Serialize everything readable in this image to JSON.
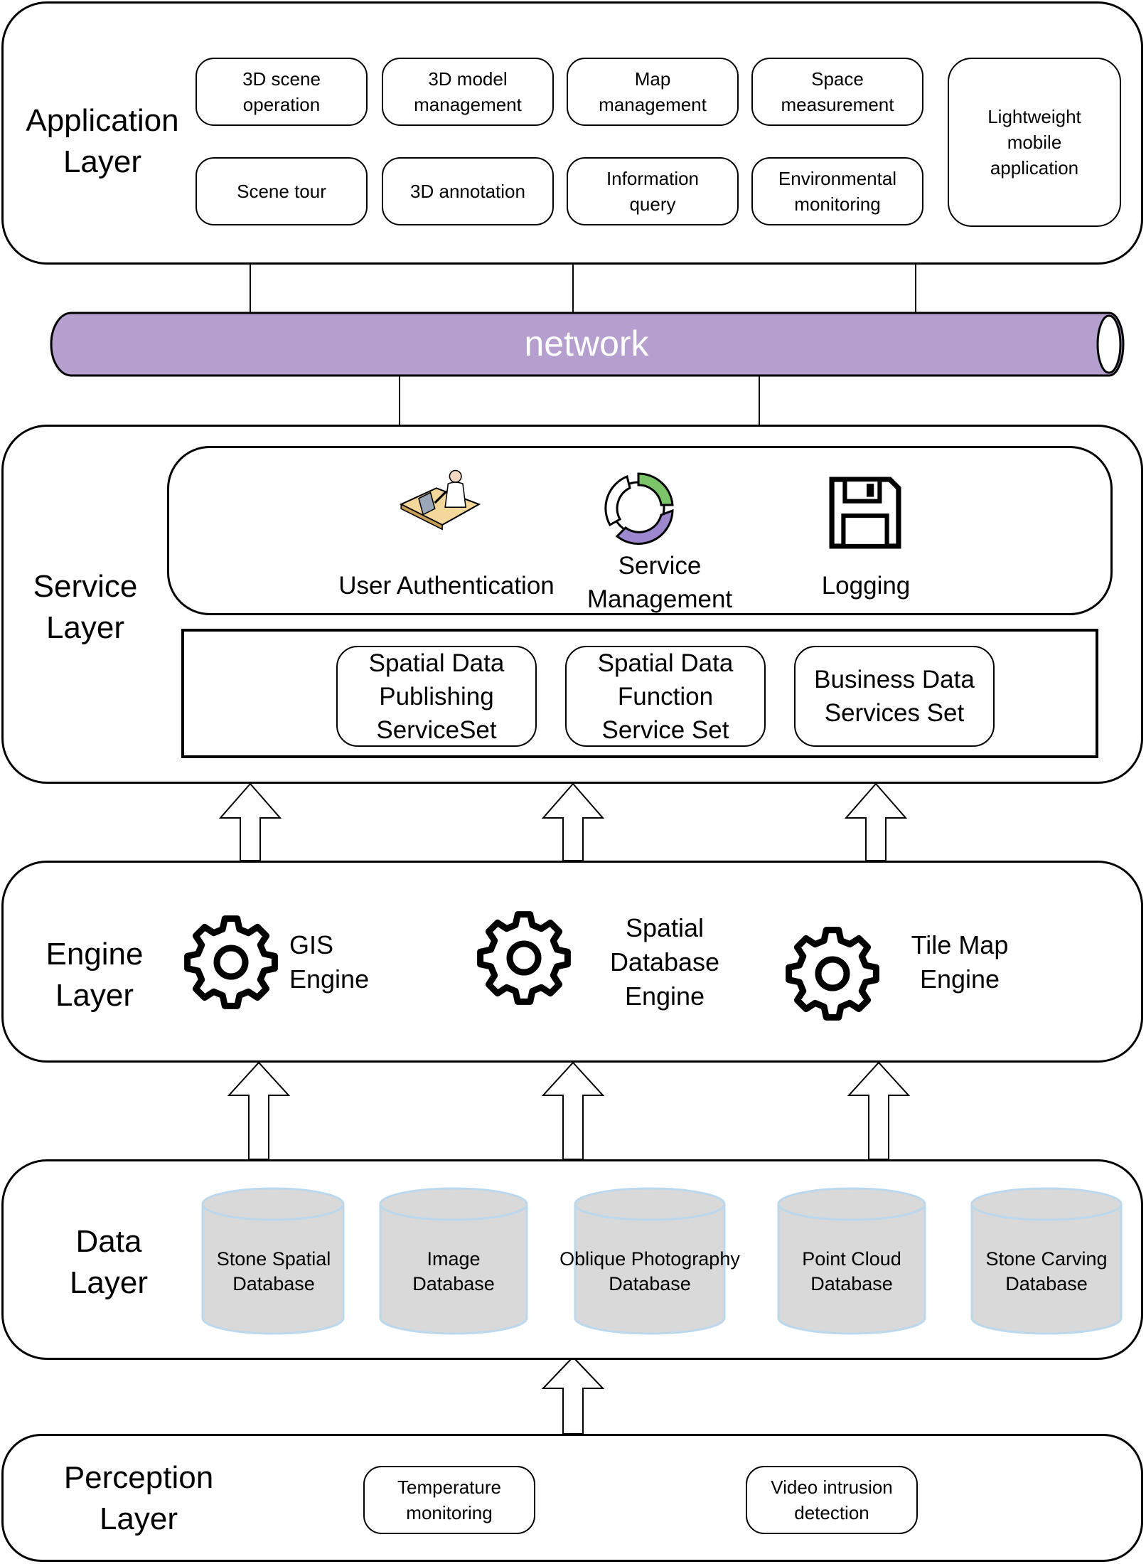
{
  "application_layer": {
    "title": "Application\nLayer",
    "modules": [
      "3D scene\noperation",
      "3D model\nmanagement",
      "Map\nmanagement",
      "Space\nmeasurement",
      "Scene tour",
      "3D annotation",
      "Information\nquery",
      "Environmental\nmonitoring"
    ],
    "mobile_app": "Lightweight\nmobile\napplication"
  },
  "network": {
    "label": "network",
    "color": "#b49fcf"
  },
  "service_layer": {
    "title": "Service\nLayer",
    "icon_items": [
      {
        "label": "User Authentication",
        "icon": "user-computer-icon"
      },
      {
        "label": "Service\nManagement",
        "icon": "refresh-cycle-icon"
      },
      {
        "label": "Logging",
        "icon": "floppy-disk-icon"
      }
    ],
    "service_sets": [
      "Spatial Data\nPublishing\nServiceSet",
      "Spatial Data\nFunction\nService Set",
      "Business Data\nServices Set"
    ]
  },
  "engine_layer": {
    "title": "Engine\nLayer",
    "engines": [
      {
        "label": "GIS\nEngine",
        "icon": "gear-icon"
      },
      {
        "label": "Spatial\nDatabase\nEngine",
        "icon": "gear-icon"
      },
      {
        "label": "Tile Map\nEngine",
        "icon": "gear-icon"
      }
    ]
  },
  "data_layer": {
    "title": "Data\nLayer",
    "databases": [
      "Stone Spatial\nDatabase",
      "Image\nDatabase",
      "Oblique Photography\nDatabase",
      "Point Cloud\nDatabase",
      "Stone Carving\nDatabase"
    ],
    "db_fill": "#d9d9d9",
    "db_border": "#bcd8ec"
  },
  "perception_layer": {
    "title": "Perception\nLayer",
    "sensors": [
      "Temperature\nmonitoring",
      "Video intrusion\ndetection"
    ]
  }
}
